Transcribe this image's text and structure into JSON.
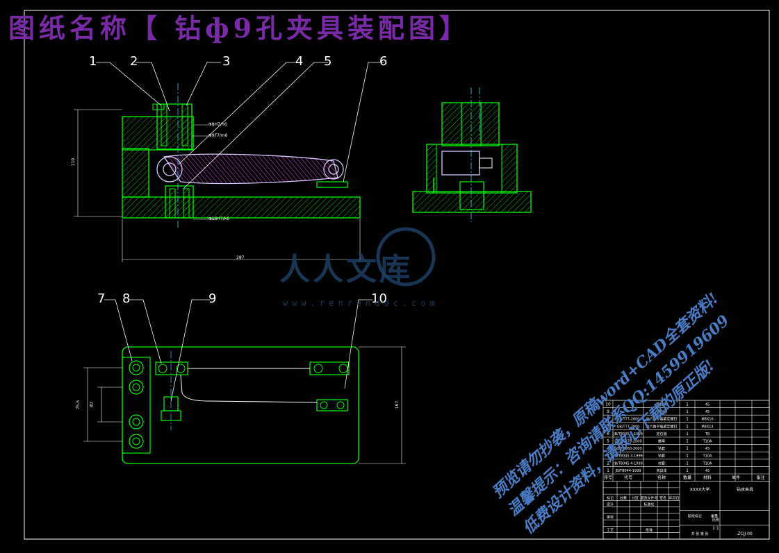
{
  "drawing_title": "图纸名称【 钻ф9孔夹具装配图】",
  "callouts": [
    "1",
    "2",
    "3",
    "4",
    "5",
    "6",
    "7",
    "8",
    "9",
    "10"
  ],
  "watermark": {
    "brand": "人人文库",
    "url": "www.renrendoc.com",
    "lines": [
      "预览请勿抄袭，原稿word+CAD全套资料!",
      "温馨提示：咨询请联系QQ:1459919609",
      "低费设计资料，请放心下载的原正版!"
    ]
  },
  "parts_list": [
    {
      "no": "10",
      "code": "",
      "name": "圆柱销",
      "qty": "1",
      "material": "45"
    },
    {
      "no": "9",
      "code": "",
      "name": "定位销",
      "qty": "1",
      "material": "45"
    },
    {
      "no": "8",
      "code": "GB/T77-2000",
      "name": "内六角平端紧定螺钉",
      "qty": "1",
      "material": "M8X16"
    },
    {
      "no": "7",
      "code": "GB/T77-2000",
      "name": "内六角平端紧定螺钉",
      "qty": "1",
      "material": "M8X14"
    },
    {
      "no": "6",
      "code": "JB/T8045.4-1999",
      "name": "定位销",
      "qty": "1",
      "material": "T8"
    },
    {
      "no": "5",
      "code": "GB/T6170-2000",
      "name": "螺母",
      "qty": "1",
      "material": "T10A"
    },
    {
      "no": "4",
      "code": "GB/T2260-2000",
      "name": "钻套",
      "qty": "1",
      "material": "45"
    },
    {
      "no": "3",
      "code": "JB/T8045.3-1999",
      "name": "钻套",
      "qty": "1",
      "material": "T10A"
    },
    {
      "no": "2",
      "code": "JB/T8045.4-1999",
      "name": "衬套",
      "qty": "1",
      "material": "T10A"
    },
    {
      "no": "1",
      "code": "JB/T8044-1999",
      "name": "夹具体",
      "qty": "1",
      "material": "45"
    }
  ],
  "parts_header": {
    "no": "序号",
    "code": "代号",
    "name": "名称",
    "qty": "数量",
    "material": "材料",
    "weight": "单件",
    "remark": "备注"
  },
  "title_block": {
    "school": "XXXX大学",
    "drawing_name": "钻床夹具",
    "drawing_no": "ZCJJ-00",
    "scale_label": "比例",
    "scale": "1:1",
    "mark_label": "标记",
    "count_label": "处数",
    "zone_label": "分区",
    "change_label": "更改文件号",
    "sign_label": "签名",
    "date_label": "年月日",
    "design_label": "设计",
    "std_label": "标准化",
    "review_label": "审核",
    "process_label": "工艺",
    "approve_label": "批准",
    "stage_label": "阶段标记",
    "weight_label": "重量",
    "sheet_text": "共 张 第 张"
  },
  "dimensions": {
    "top_height": "110",
    "top_width": "287",
    "bottom_width": "75.5",
    "bottom_inner": "40",
    "bottom_height": "167",
    "fit1": "Φ8H7/n6",
    "fit2": "Φ9F7/m6",
    "fit3": "Φ16H7/k6"
  },
  "colors": {
    "outline": "#00ff00",
    "dim": "#ffffff",
    "hatch": "#ff00ff",
    "part": "#d7c8ff",
    "title": "#7a2aa8",
    "watermark": "#4a7ec8",
    "frame": "#ffffff",
    "center": "#33ccff"
  }
}
